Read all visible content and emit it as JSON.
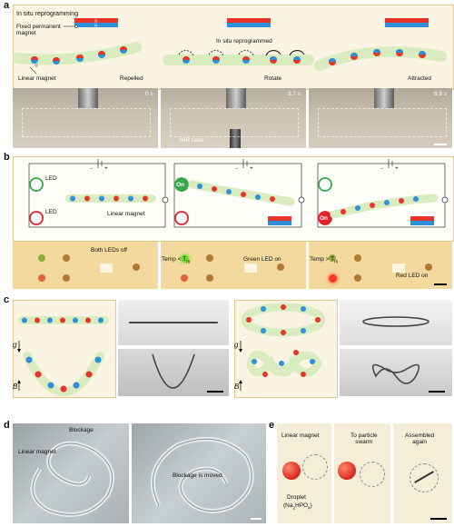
{
  "figure": {
    "panel_labels": {
      "a": "a",
      "b": "b",
      "c": "c",
      "d": "d",
      "e": "e"
    },
    "panel_a": {
      "title": "In situ reprogramming",
      "fixed_magnet_label": "Fixed permanent magnet",
      "linear_magnet_label": "Linear magnet",
      "state_1": "Repelled",
      "state_2_top": "In situ reprogrammed",
      "state_2": "Rotate",
      "state_3": "Attracted",
      "magnet_s": "S",
      "magnet_n": "N",
      "times": [
        "0 s",
        "3.7 s",
        "6.9 s"
      ],
      "laser_label": "NIR laser"
    },
    "panel_b": {
      "led_label": "LED",
      "on_label": "On",
      "linear_magnet_label": "Linear magnet",
      "minus": "-",
      "plus": "+",
      "photo_1": "Both LEDs off",
      "photo_2_temp": "Temp < T",
      "photo_2_sub": "m",
      "photo_2": "Green LED on",
      "photo_3_temp": "Temp > T",
      "photo_3_sub": "m",
      "photo_3": "Red LED on"
    },
    "panel_c": {
      "g_label": "g",
      "b_label": "B"
    },
    "panel_d": {
      "blockage_label": "Blockage",
      "linear_magnet_label": "Linear magnet",
      "moved_label": "Blockage is moved"
    },
    "panel_e": {
      "linear_magnet_label": "Linear magnet",
      "droplet_label": "Droplet",
      "droplet_formula": "(Na",
      "droplet_formula_sub": "2",
      "droplet_formula_mid": "HPO",
      "droplet_formula_sub2": "4",
      "droplet_formula_end": ")",
      "swarm_label_1": "To particle",
      "swarm_label_2": "swarm",
      "assembled_label_1": "Assembled",
      "assembled_label_2": "again"
    },
    "colors": {
      "magnet_red": "#e8342a",
      "magnet_blue": "#2f8fd8",
      "panel_bg": "#fbf4e2",
      "led_green": "#3aa84a",
      "led_red": "#e0242a"
    }
  }
}
